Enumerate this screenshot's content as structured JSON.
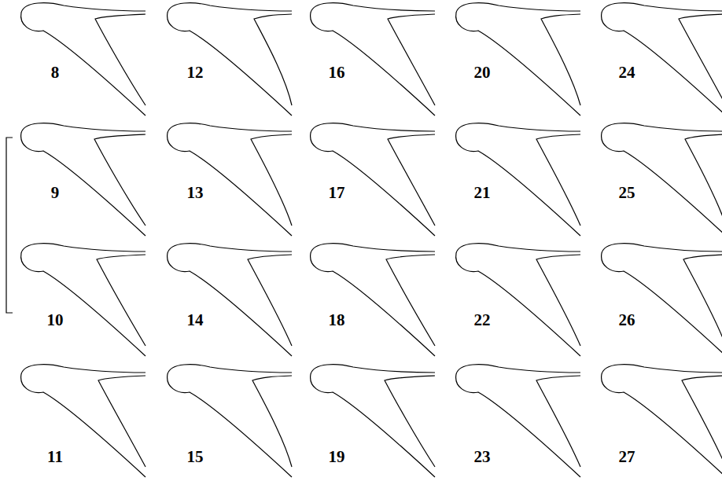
{
  "diagram": {
    "labels": [
      "8",
      "12",
      "16",
      "20",
      "24",
      "9",
      "13",
      "17",
      "21",
      "25",
      "10",
      "14",
      "18",
      "22",
      "26",
      "11",
      "15",
      "19",
      "23",
      "27"
    ]
  }
}
